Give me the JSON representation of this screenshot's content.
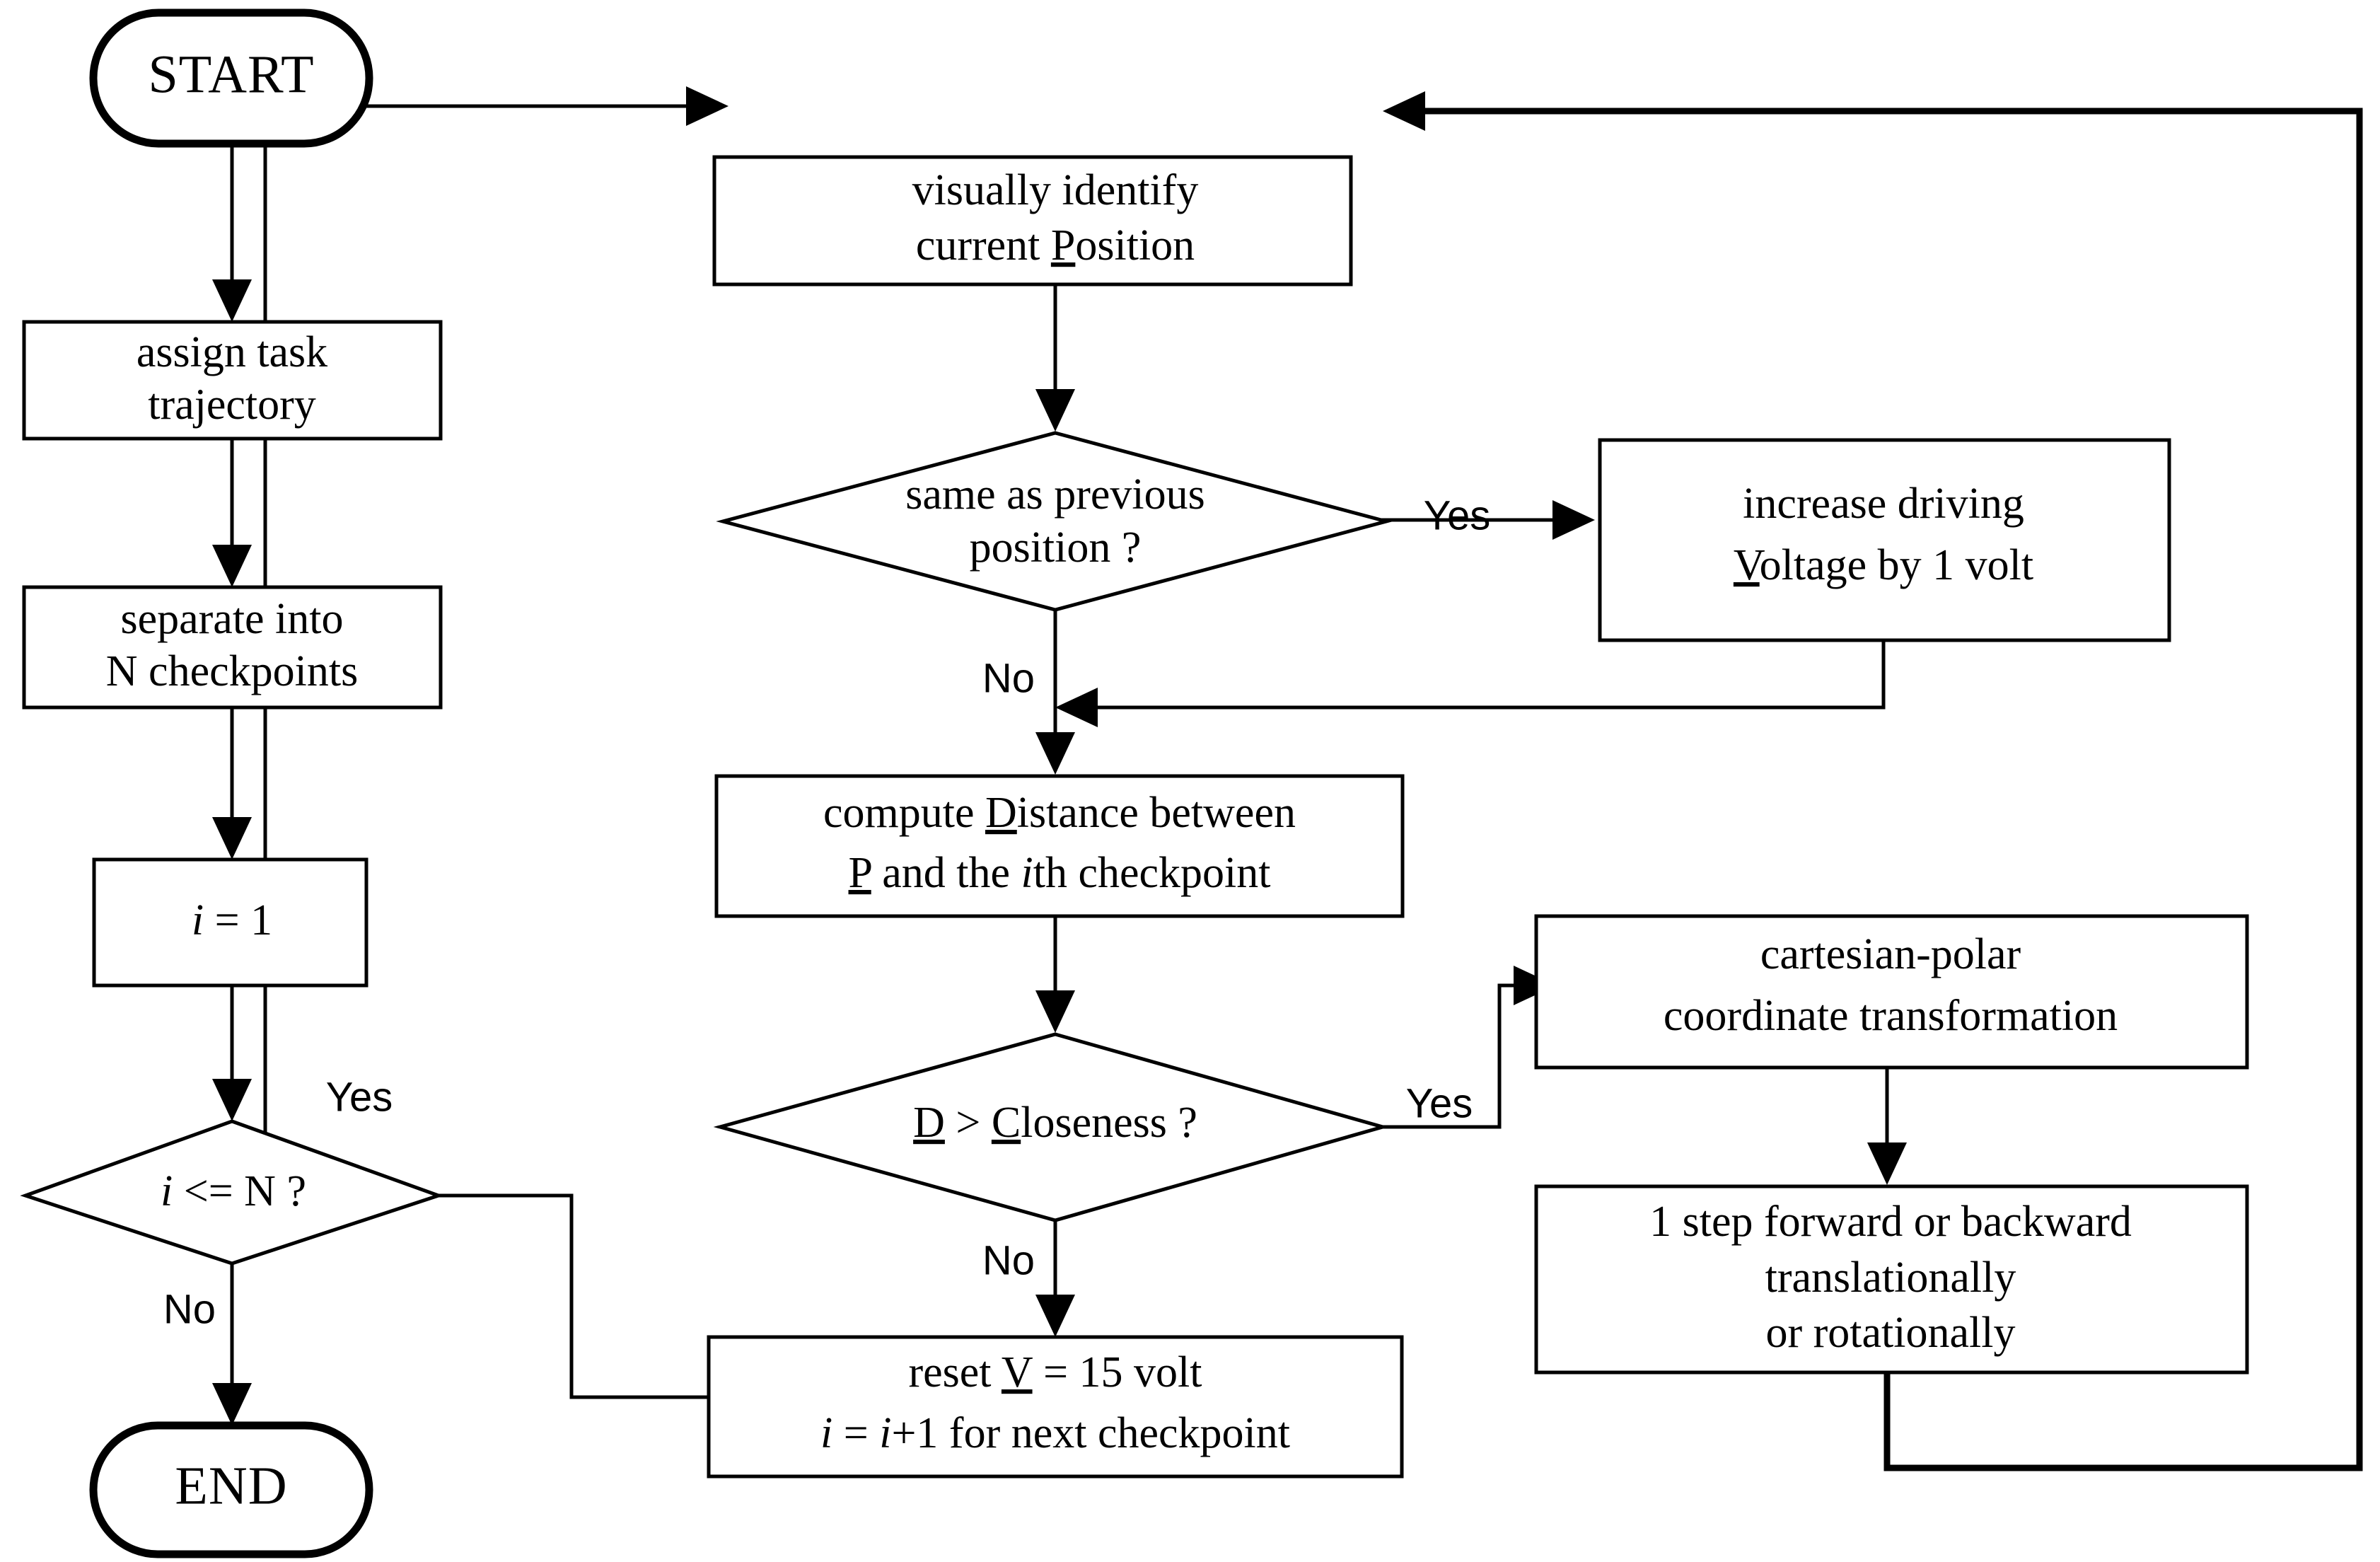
{
  "diagram": {
    "title": "robot trajectory tracking control flowchart",
    "stroke_color": "#000000",
    "fill_color": "#ffffff"
  },
  "nodes": {
    "start": {
      "type": "terminal",
      "label": "START"
    },
    "assign_task": {
      "type": "process",
      "line1": "assign task",
      "line2": "trajectory"
    },
    "separate": {
      "type": "process",
      "line1": "separate into",
      "line2": "N checkpoints"
    },
    "init_i": {
      "type": "process",
      "line1": "i = 1",
      "i": "i",
      "rest": " = 1"
    },
    "loop_check": {
      "type": "decision",
      "label": "i <= N ?",
      "i": "i",
      "rest": " <= N ?"
    },
    "end": {
      "type": "terminal",
      "label": "END"
    },
    "visually_identify": {
      "type": "process",
      "line1": "visually identify",
      "line2_pre": "current ",
      "line2_key": "P",
      "line2_post": "osition"
    },
    "same_as_prev": {
      "type": "decision",
      "line1": "same as previous",
      "line2": "position ?"
    },
    "increase_voltage": {
      "type": "process",
      "line1": "increase driving",
      "line2_key": "V",
      "line2_post": "oltage by 1 volt"
    },
    "compute_distance": {
      "type": "process",
      "line1_pre": "compute ",
      "line1_key": "D",
      "line1_post": "istance between",
      "line2_key": "P",
      "line2_mid": " and the ",
      "line2_i": "i",
      "line2_post": "th checkpoint"
    },
    "closeness_check": {
      "type": "decision",
      "key_d": "D",
      "mid": " > ",
      "key_c": "C",
      "post": "loseness ?"
    },
    "reset_voltage": {
      "type": "process",
      "line1_pre": "reset ",
      "line1_key": "V",
      "line1_post": " = 15 volt",
      "line2_i1": "i",
      "line2_mid": " = ",
      "line2_i2": "i",
      "line2_post": "+1 for next checkpoint"
    },
    "cart_polar": {
      "type": "process",
      "line1": "cartesian-polar",
      "line2": "coordinate transformation"
    },
    "one_step": {
      "type": "process",
      "line1": "1 step forward or backward",
      "line2": "translationally",
      "line3": "or rotationally"
    }
  },
  "edge_labels": {
    "loop_yes": "Yes",
    "loop_no": "No",
    "same_yes": "Yes",
    "same_no": "No",
    "close_yes": "Yes",
    "close_no": "No"
  }
}
